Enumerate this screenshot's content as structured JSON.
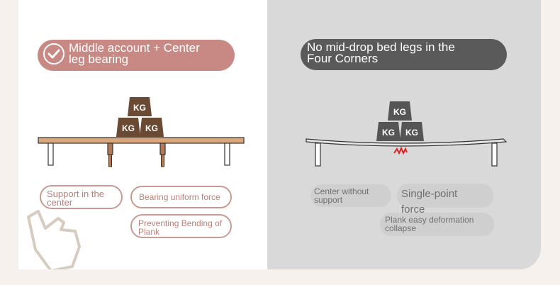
{
  "left_panel": {
    "title": "Middle account + Center leg bearing",
    "title_line1": "Middle account + Center",
    "title_line2": "leg bearing",
    "weights": [
      "KG",
      "KG",
      "KG"
    ],
    "tags": {
      "support_center_l1": "Support in the",
      "support_center_l2": "center",
      "uniform_force": "Bearing uniform force",
      "prevent_bend_l1": "Preventing Bending of",
      "prevent_bend_l2": "Plank"
    },
    "colors": {
      "pill": "#c88884",
      "tag_border": "#c99a93",
      "tag_text": "#b8807a",
      "board": "#d9a77b",
      "weight": "#6b4a34"
    }
  },
  "right_panel": {
    "title_line1": "No mid-drop bed legs in the",
    "title_line2": "Four Corners",
    "weights": [
      "KG",
      "KG",
      "KG"
    ],
    "tags": {
      "center_without_l1": "Center without",
      "center_without_l2": "support",
      "single_point_l1": "Single-point",
      "single_point_l2": "force",
      "plank_l1": "Plank easy deformation",
      "plank_l2": "collapse"
    },
    "colors": {
      "pill": "#5a5a5a",
      "tag_bg": "#cfcfcf",
      "tag_text": "#707070",
      "weight": "#555555",
      "crack": "#e02020"
    }
  },
  "icons": {
    "check": "check-icon",
    "hand": "thumbs-up-icon"
  }
}
